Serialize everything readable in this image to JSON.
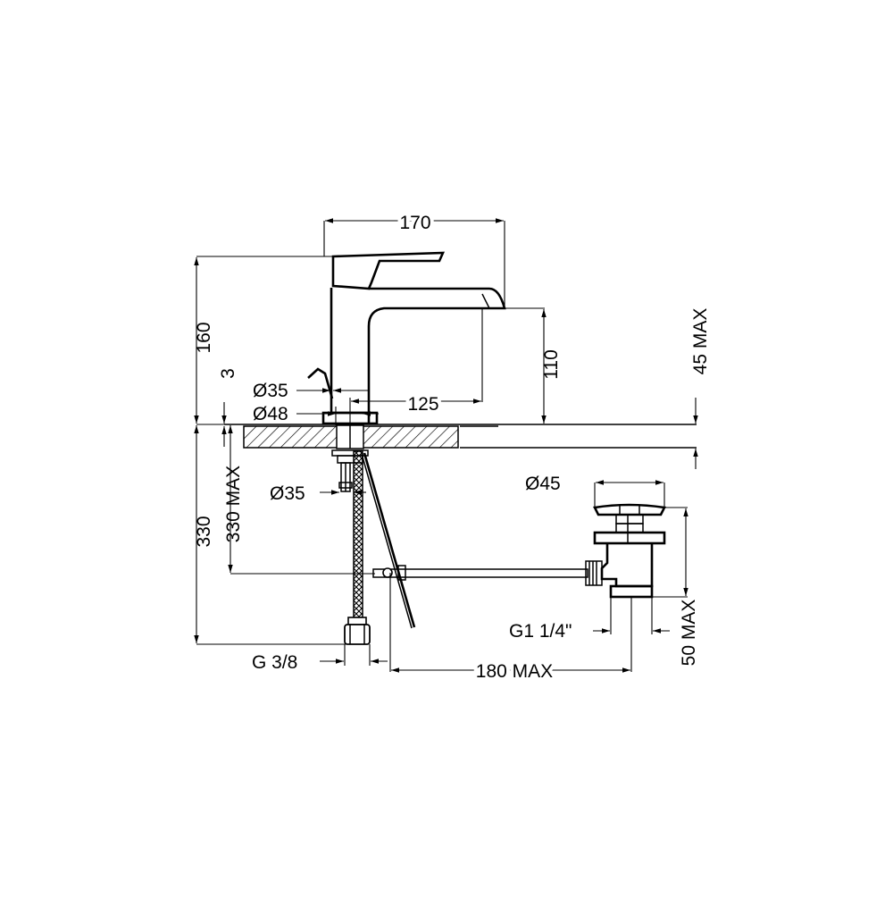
{
  "diagram": {
    "dimensions": {
      "width_top": "170",
      "height_total": "160",
      "spout_height": "110",
      "deck_max": "45 MAX",
      "gap": "3",
      "dia_35_top": "Ø35",
      "dia_48": "Ø48",
      "reach": "125",
      "height_below": "330",
      "flex_max": "330 MAX",
      "dia_35_bottom": "Ø35",
      "dia_45": "Ø45",
      "drain_max": "50 MAX",
      "thread_drain": "G1 1/4\"",
      "thread_supply": "G 3/8",
      "rod_max": "180 MAX"
    }
  }
}
